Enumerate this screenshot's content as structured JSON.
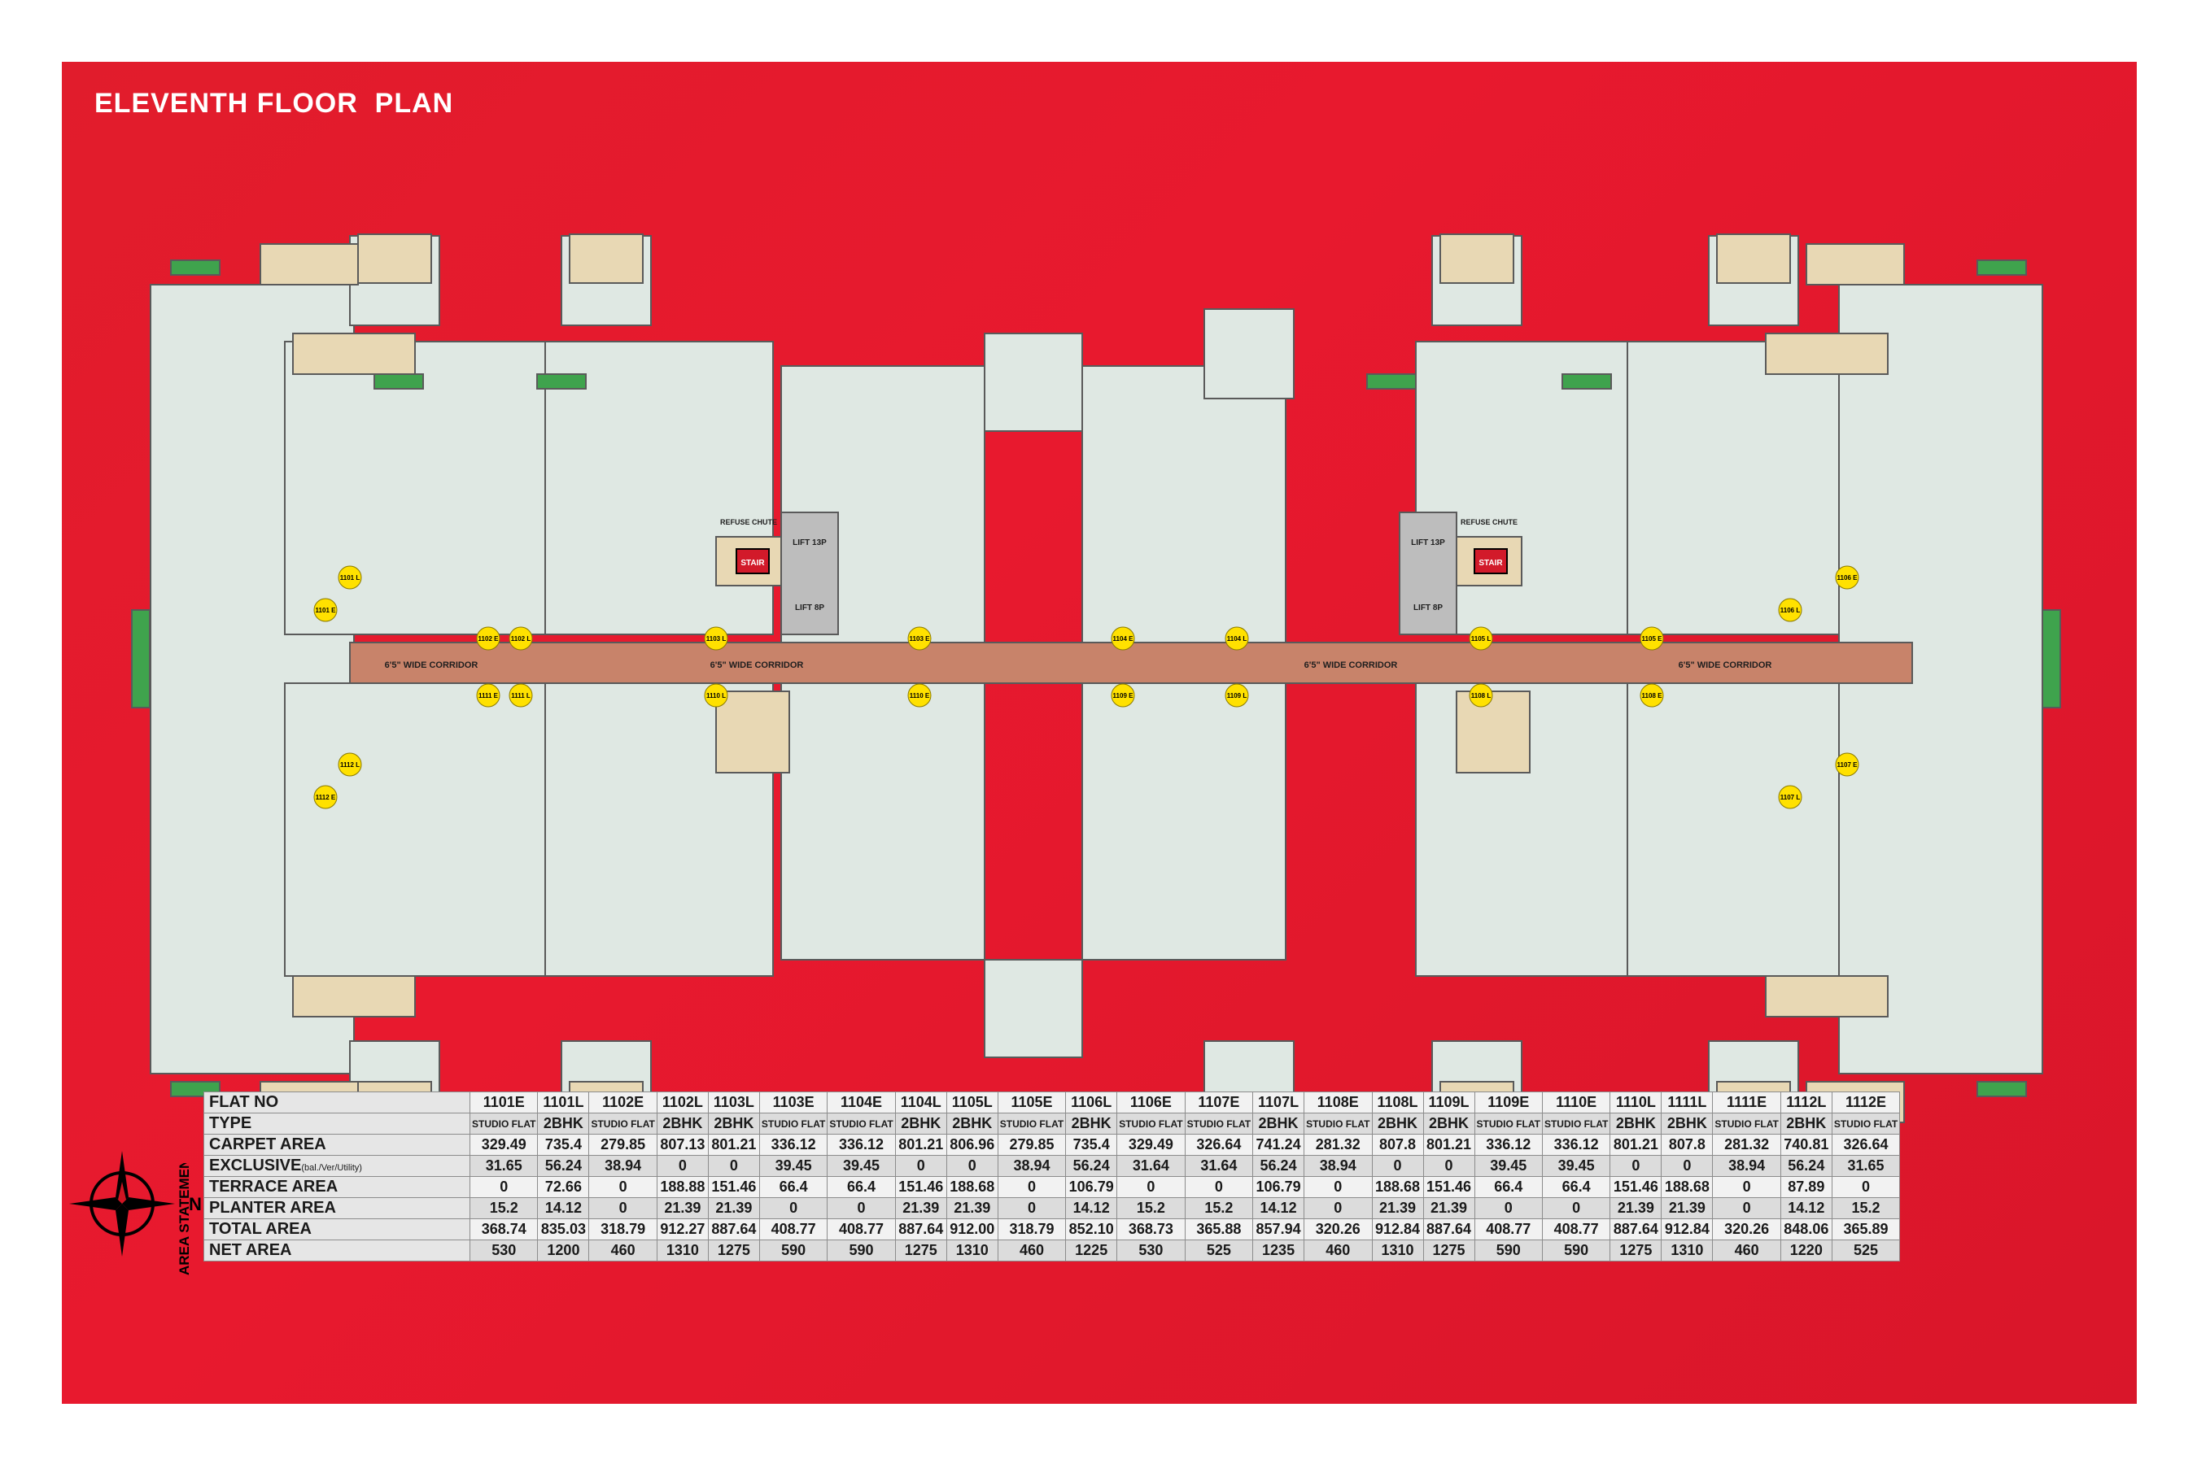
{
  "title": "ELEVENTH FLOOR  PLAN",
  "colors": {
    "background": "#e8192e",
    "corridor": "#c8836a",
    "floor": "#dfe8e3",
    "terrace": "#e8d8b4",
    "planter": "#3fa34d",
    "marker": "#ffe100"
  },
  "compass": {
    "north_label": "N"
  },
  "area_label": "AREA STATEMENT",
  "corridor_labels": [
    "6'5\" WIDE CORRIDOR",
    "6'5\" WIDE CORRIDOR",
    "6'5\" WIDE CORRIDOR",
    "6'5\" WIDE CORRIDOR"
  ],
  "core_labels": {
    "stair_left": "STAIR",
    "lift_13p": "LIFT 13P",
    "lift_8p": "LIFT 8P",
    "refuse_chute": "REFUSE CHUTE",
    "stair_right": "STAIR",
    "lift_13p_r": "LIFT 13P",
    "lift_8p_r": "LIFT 8P",
    "refuse_chute_r": "REFUSE CHUTE"
  },
  "flat_markers": [
    "1101 L",
    "1101 E",
    "1102 E",
    "1102 L",
    "1103 L",
    "1103 E",
    "1104 E",
    "1104 L",
    "1105 L",
    "1105 E",
    "1106 L",
    "1106 E",
    "1107 E",
    "1107 L",
    "1108 E",
    "1108 L",
    "1109 L",
    "1109 E",
    "1110 E",
    "1110 L",
    "1111 L",
    "1111 E",
    "1112 E",
    "1112 L"
  ],
  "area_table": {
    "flats": [
      "1101E",
      "1101L",
      "1102E",
      "1102L",
      "1103L",
      "1103E",
      "1104E",
      "1104L",
      "1105L",
      "1105E",
      "1106L",
      "1106E",
      "1107E",
      "1107L",
      "1108E",
      "1108L",
      "1109L",
      "1109E",
      "1110E",
      "1110L",
      "1111L",
      "1111E",
      "1112L",
      "1112E"
    ],
    "rows": [
      {
        "label": "FLAT NO",
        "values": [
          "1101E",
          "1101L",
          "1102E",
          "1102L",
          "1103L",
          "1103E",
          "1104E",
          "1104L",
          "1105L",
          "1105E",
          "1106L",
          "1106E",
          "1107E",
          "1107L",
          "1108E",
          "1108L",
          "1109L",
          "1109E",
          "1110E",
          "1110L",
          "1111L",
          "1111E",
          "1112L",
          "1112E"
        ]
      },
      {
        "label": "TYPE",
        "values": [
          "STUDIO FLAT",
          "2BHK",
          "STUDIO FLAT",
          "2BHK",
          "2BHK",
          "STUDIO FLAT",
          "STUDIO FLAT",
          "2BHK",
          "2BHK",
          "STUDIO FLAT",
          "2BHK",
          "STUDIO FLAT",
          "STUDIO FLAT",
          "2BHK",
          "STUDIO FLAT",
          "2BHK",
          "2BHK",
          "STUDIO FLAT",
          "STUDIO FLAT",
          "2BHK",
          "2BHK",
          "STUDIO FLAT",
          "2BHK",
          "STUDIO FLAT"
        ]
      },
      {
        "label": "CARPET AREA",
        "values": [
          "329.49",
          "735.4",
          "279.85",
          "807.13",
          "801.21",
          "336.12",
          "336.12",
          "801.21",
          "806.96",
          "279.85",
          "735.4",
          "329.49",
          "326.64",
          "741.24",
          "281.32",
          "807.8",
          "801.21",
          "336.12",
          "336.12",
          "801.21",
          "807.8",
          "281.32",
          "740.81",
          "326.64"
        ]
      },
      {
        "label": "EXCLUSIVE",
        "sub": "(bal./Ver/Utility)",
        "values": [
          "31.65",
          "56.24",
          "38.94",
          "0",
          "0",
          "39.45",
          "39.45",
          "0",
          "0",
          "38.94",
          "56.24",
          "31.64",
          "31.64",
          "56.24",
          "38.94",
          "0",
          "0",
          "39.45",
          "39.45",
          "0",
          "0",
          "38.94",
          "56.24",
          "31.65"
        ]
      },
      {
        "label": "TERRACE AREA",
        "values": [
          "0",
          "72.66",
          "0",
          "188.88",
          "151.46",
          "66.4",
          "66.4",
          "151.46",
          "188.68",
          "0",
          "106.79",
          "0",
          "0",
          "106.79",
          "0",
          "188.68",
          "151.46",
          "66.4",
          "66.4",
          "151.46",
          "188.68",
          "0",
          "87.89",
          "0"
        ]
      },
      {
        "label": "PLANTER AREA",
        "values": [
          "15.2",
          "14.12",
          "0",
          "21.39",
          "21.39",
          "0",
          "0",
          "21.39",
          "21.39",
          "0",
          "14.12",
          "15.2",
          "15.2",
          "14.12",
          "0",
          "21.39",
          "21.39",
          "0",
          "0",
          "21.39",
          "21.39",
          "0",
          "14.12",
          "15.2"
        ]
      },
      {
        "label": "TOTAL AREA",
        "values": [
          "368.74",
          "835.03",
          "318.79",
          "912.27",
          "887.64",
          "408.77",
          "408.77",
          "887.64",
          "912.00",
          "318.79",
          "852.10",
          "368.73",
          "365.88",
          "857.94",
          "320.26",
          "912.84",
          "887.64",
          "408.77",
          "408.77",
          "887.64",
          "912.84",
          "320.26",
          "848.06",
          "365.89"
        ]
      },
      {
        "label": "NET AREA",
        "values": [
          "530",
          "1200",
          "460",
          "1310",
          "1275",
          "590",
          "590",
          "1275",
          "1310",
          "460",
          "1225",
          "530",
          "525",
          "1235",
          "460",
          "1310",
          "1275",
          "590",
          "590",
          "1275",
          "1310",
          "460",
          "1220",
          "525"
        ]
      }
    ]
  }
}
